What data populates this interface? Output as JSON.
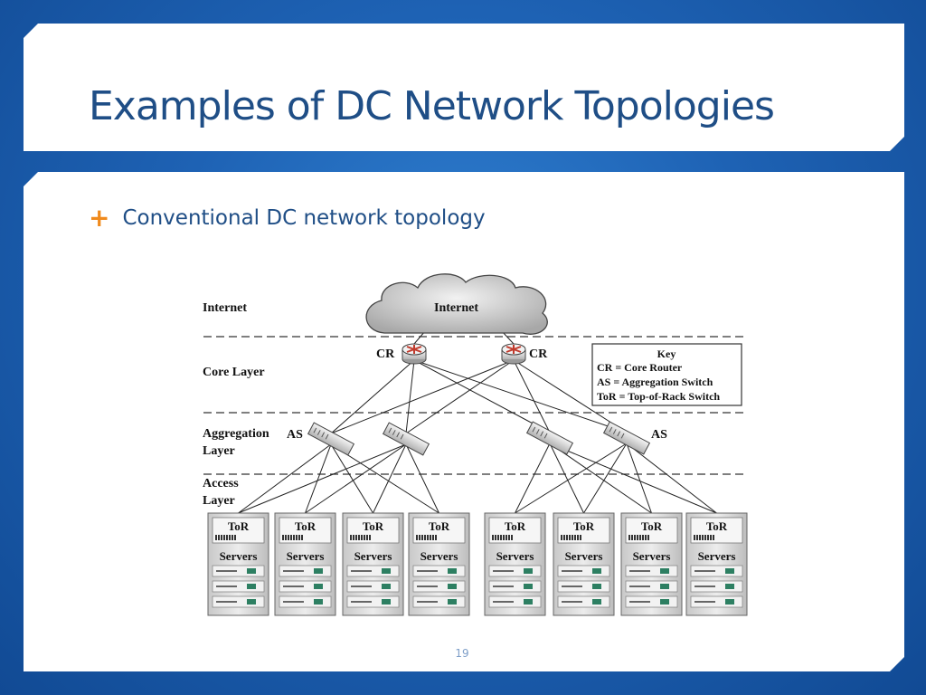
{
  "slide": {
    "title": "Examples of DC Network Topologies",
    "bullet": "Conventional DC network topology",
    "page_number": "19"
  },
  "diagram": {
    "layer_labels": {
      "internet": "Internet",
      "core": "Core Layer",
      "aggregation_line1": "Aggregation",
      "aggregation_line2": "Layer",
      "access_line1": "Access",
      "access_line2": "Layer"
    },
    "cloud_label": "Internet",
    "core_router_label": "CR",
    "aggregation_switch_label": "AS",
    "key": {
      "title": "Key",
      "entries": [
        "CR = Core Router",
        "AS = Aggregation Switch",
        "ToR = Top-of-Rack Switch"
      ]
    },
    "rack_tor_label": "ToR",
    "rack_servers_label": "Servers",
    "rack_count": 8
  },
  "colors": {
    "background": "#1e62b4",
    "title_text": "#1f4e86",
    "bullet_accent": "#f08a1c",
    "diagram_lines": "#222222"
  }
}
